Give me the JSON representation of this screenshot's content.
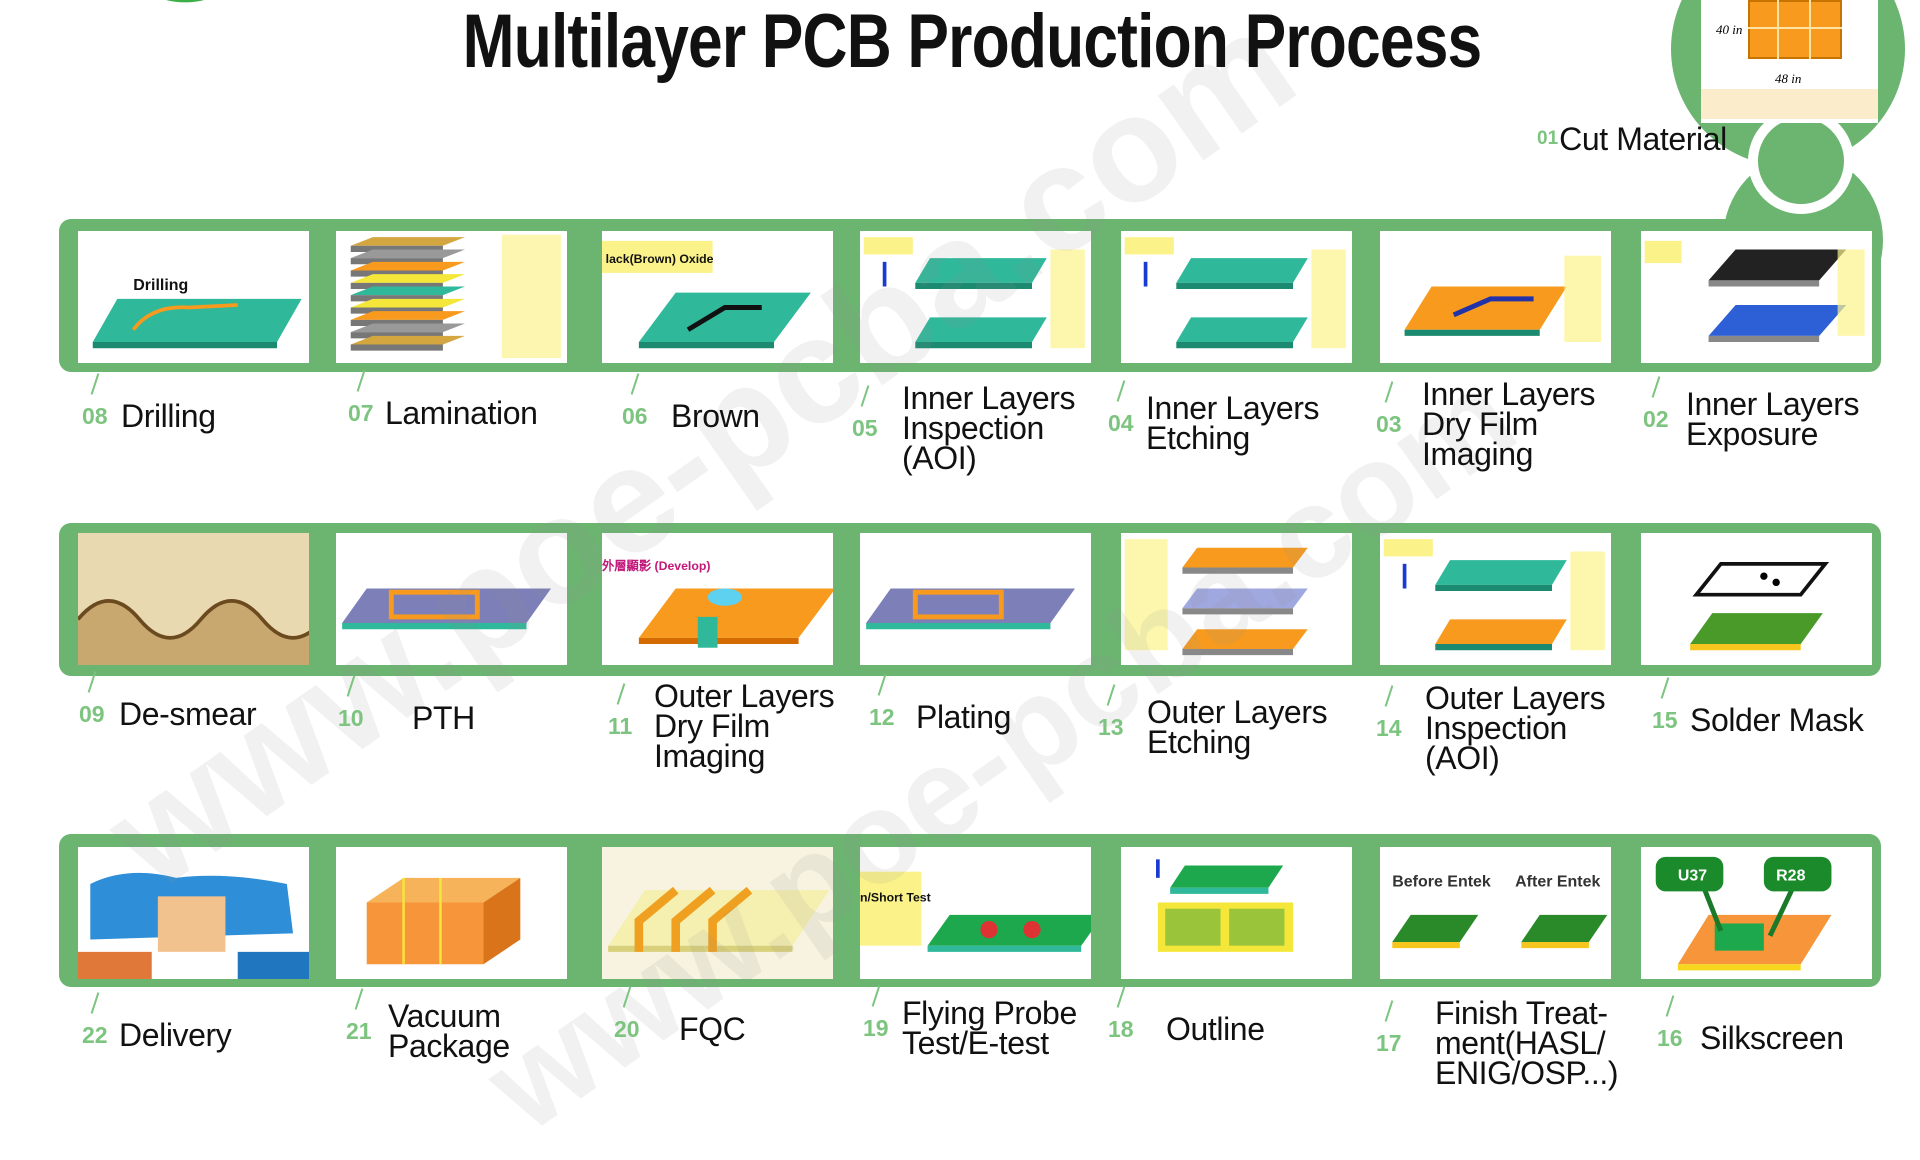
{
  "title": "Multilayer PCB Production Process",
  "watermark": "www.poe-pcba.com",
  "colors": {
    "band": "#6bb570",
    "number": "#7cc47f",
    "teal": "#2fb89a",
    "orange": "#f79a1e"
  },
  "cut_material": {
    "num": "01",
    "label": "Cut Material",
    "dim_h": "40 in",
    "dim_w": "48 in"
  },
  "steps": [
    {
      "num": "08",
      "label": "Drilling",
      "scene": "drilling",
      "caption": "Drilling"
    },
    {
      "num": "07",
      "label": "Lamination",
      "scene": "lamination"
    },
    {
      "num": "06",
      "label": "Brown",
      "scene": "brown",
      "caption": "lack(Brown) Oxide"
    },
    {
      "num": "05",
      "label": "Inner Layers\nInspection\n(AOI)",
      "scene": "aoi"
    },
    {
      "num": "04",
      "label": "Inner Layers\nEtching",
      "scene": "etching"
    },
    {
      "num": "03",
      "label": "Inner Layers\nDry Film\nImaging",
      "scene": "dryfilm"
    },
    {
      "num": "02",
      "label": "Inner Layers\nExposure",
      "scene": "exposure"
    },
    {
      "num": "09",
      "label": "De-smear",
      "scene": "desmear"
    },
    {
      "num": "10",
      "label": "PTH",
      "scene": "pth"
    },
    {
      "num": "11",
      "label": "Outer Layers\nDry Film\nImaging",
      "scene": "develop",
      "caption": "外層顯影 (Develop)"
    },
    {
      "num": "12",
      "label": "Plating",
      "scene": "plating"
    },
    {
      "num": "13",
      "label": "Outer Layers\nEtching",
      "scene": "outeretch"
    },
    {
      "num": "14",
      "label": "Outer Layers\nInspection\n(AOI)",
      "scene": "outeraoi"
    },
    {
      "num": "15",
      "label": "Solder Mask",
      "scene": "soldermask"
    },
    {
      "num": "22",
      "label": "Delivery",
      "scene": "delivery"
    },
    {
      "num": "21",
      "label": "Vacuum\nPackage",
      "scene": "package"
    },
    {
      "num": "20",
      "label": "FQC",
      "scene": "fqc"
    },
    {
      "num": "19",
      "label": "Flying Probe\nTest/E-test",
      "scene": "probe",
      "caption": "n/Short Test"
    },
    {
      "num": "18",
      "label": "Outline",
      "scene": "outline"
    },
    {
      "num": "17",
      "label": "Finish Treat-\nment(HASL/\nENIG/OSP...)",
      "scene": "finish",
      "caption": "Before Entek",
      "caption2": "After Entek"
    },
    {
      "num": "16",
      "label": "Silkscreen",
      "scene": "silkscreen",
      "caption": "U37",
      "caption2": "R28"
    }
  ]
}
